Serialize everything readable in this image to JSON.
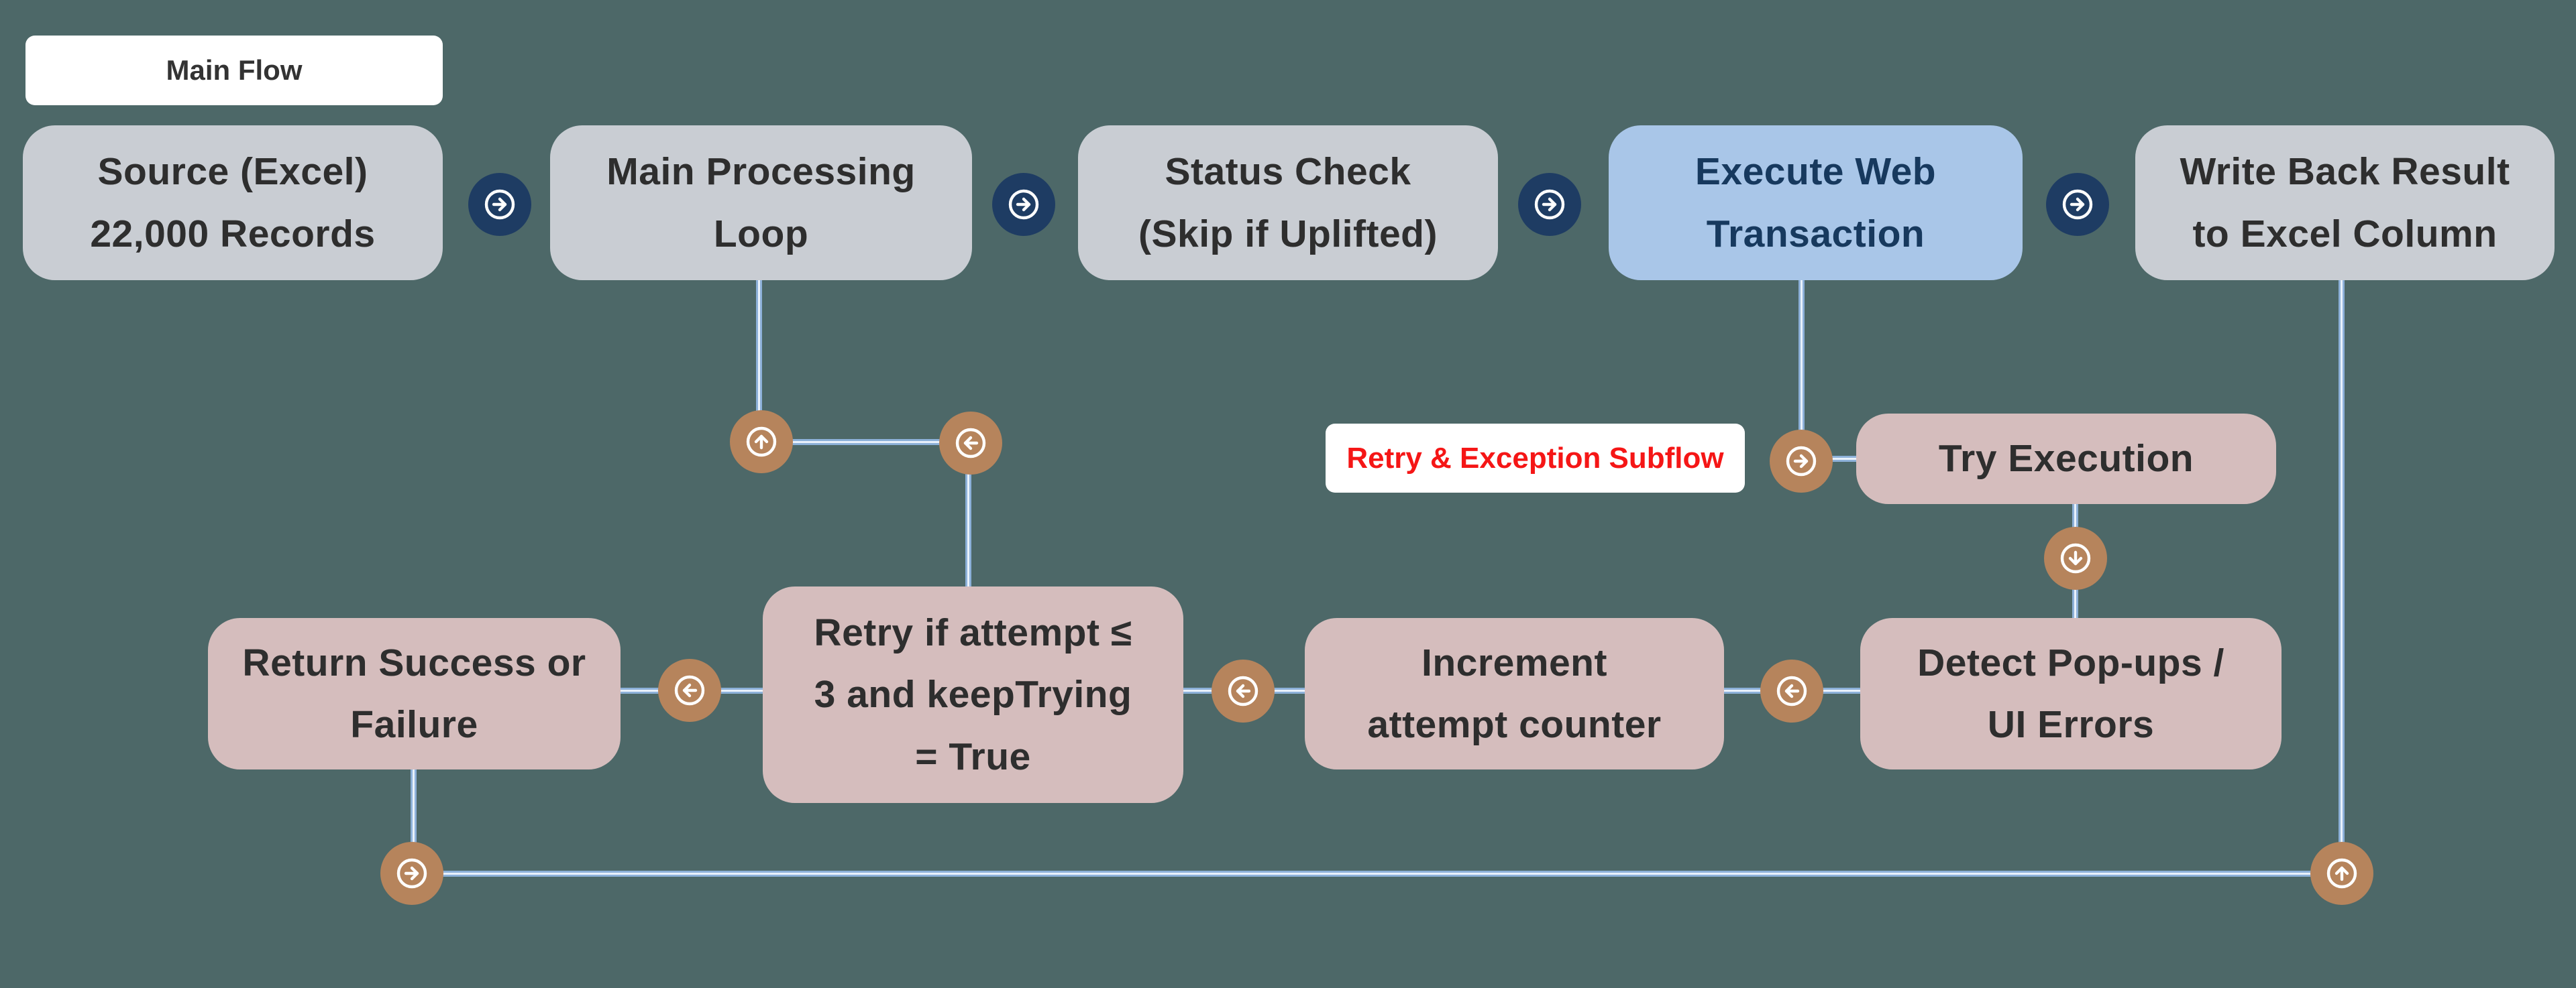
{
  "canvas": {
    "background_color": "#4d6868"
  },
  "tags": {
    "main_flow": "Main Flow",
    "subflow": "Retry & Exception Subflow"
  },
  "nodes": {
    "source": {
      "label": "Source (Excel)\n22,000 Records"
    },
    "loop": {
      "label": "Main Processing\nLoop"
    },
    "status": {
      "label": "Status Check\n(Skip if Uplifted)"
    },
    "execute": {
      "label": "Execute Web\nTransaction"
    },
    "write": {
      "label": "Write Back Result\nto Excel Column"
    },
    "try": {
      "label": "Try Execution"
    },
    "detect": {
      "label": "Detect Pop-ups /\nUI Errors"
    },
    "increment": {
      "label": "Increment\nattempt counter"
    },
    "retry": {
      "label": "Retry if attempt ≤\n3 and keepTrying\n= True"
    },
    "return": {
      "label": "Return Success or\nFailure"
    }
  },
  "icons": {
    "main_flow_connector": "arrow-right-circle",
    "subflow_connectors": [
      "arrow-right-circle",
      "arrow-down-circle",
      "arrow-left-circle",
      "arrow-up-circle"
    ]
  },
  "colors": {
    "background": "#4d6868",
    "main_node": "#c9cdd3",
    "highlight_node": "#a9c6e8",
    "highlight_text": "#17395e",
    "subflow_node": "#d5bdbd",
    "main_connector": "#1e3c63",
    "subflow_connector": "#b6845c",
    "line": "#8db1d9",
    "subflow_label_text": "#f51616",
    "node_text": "#2e2e2e"
  }
}
